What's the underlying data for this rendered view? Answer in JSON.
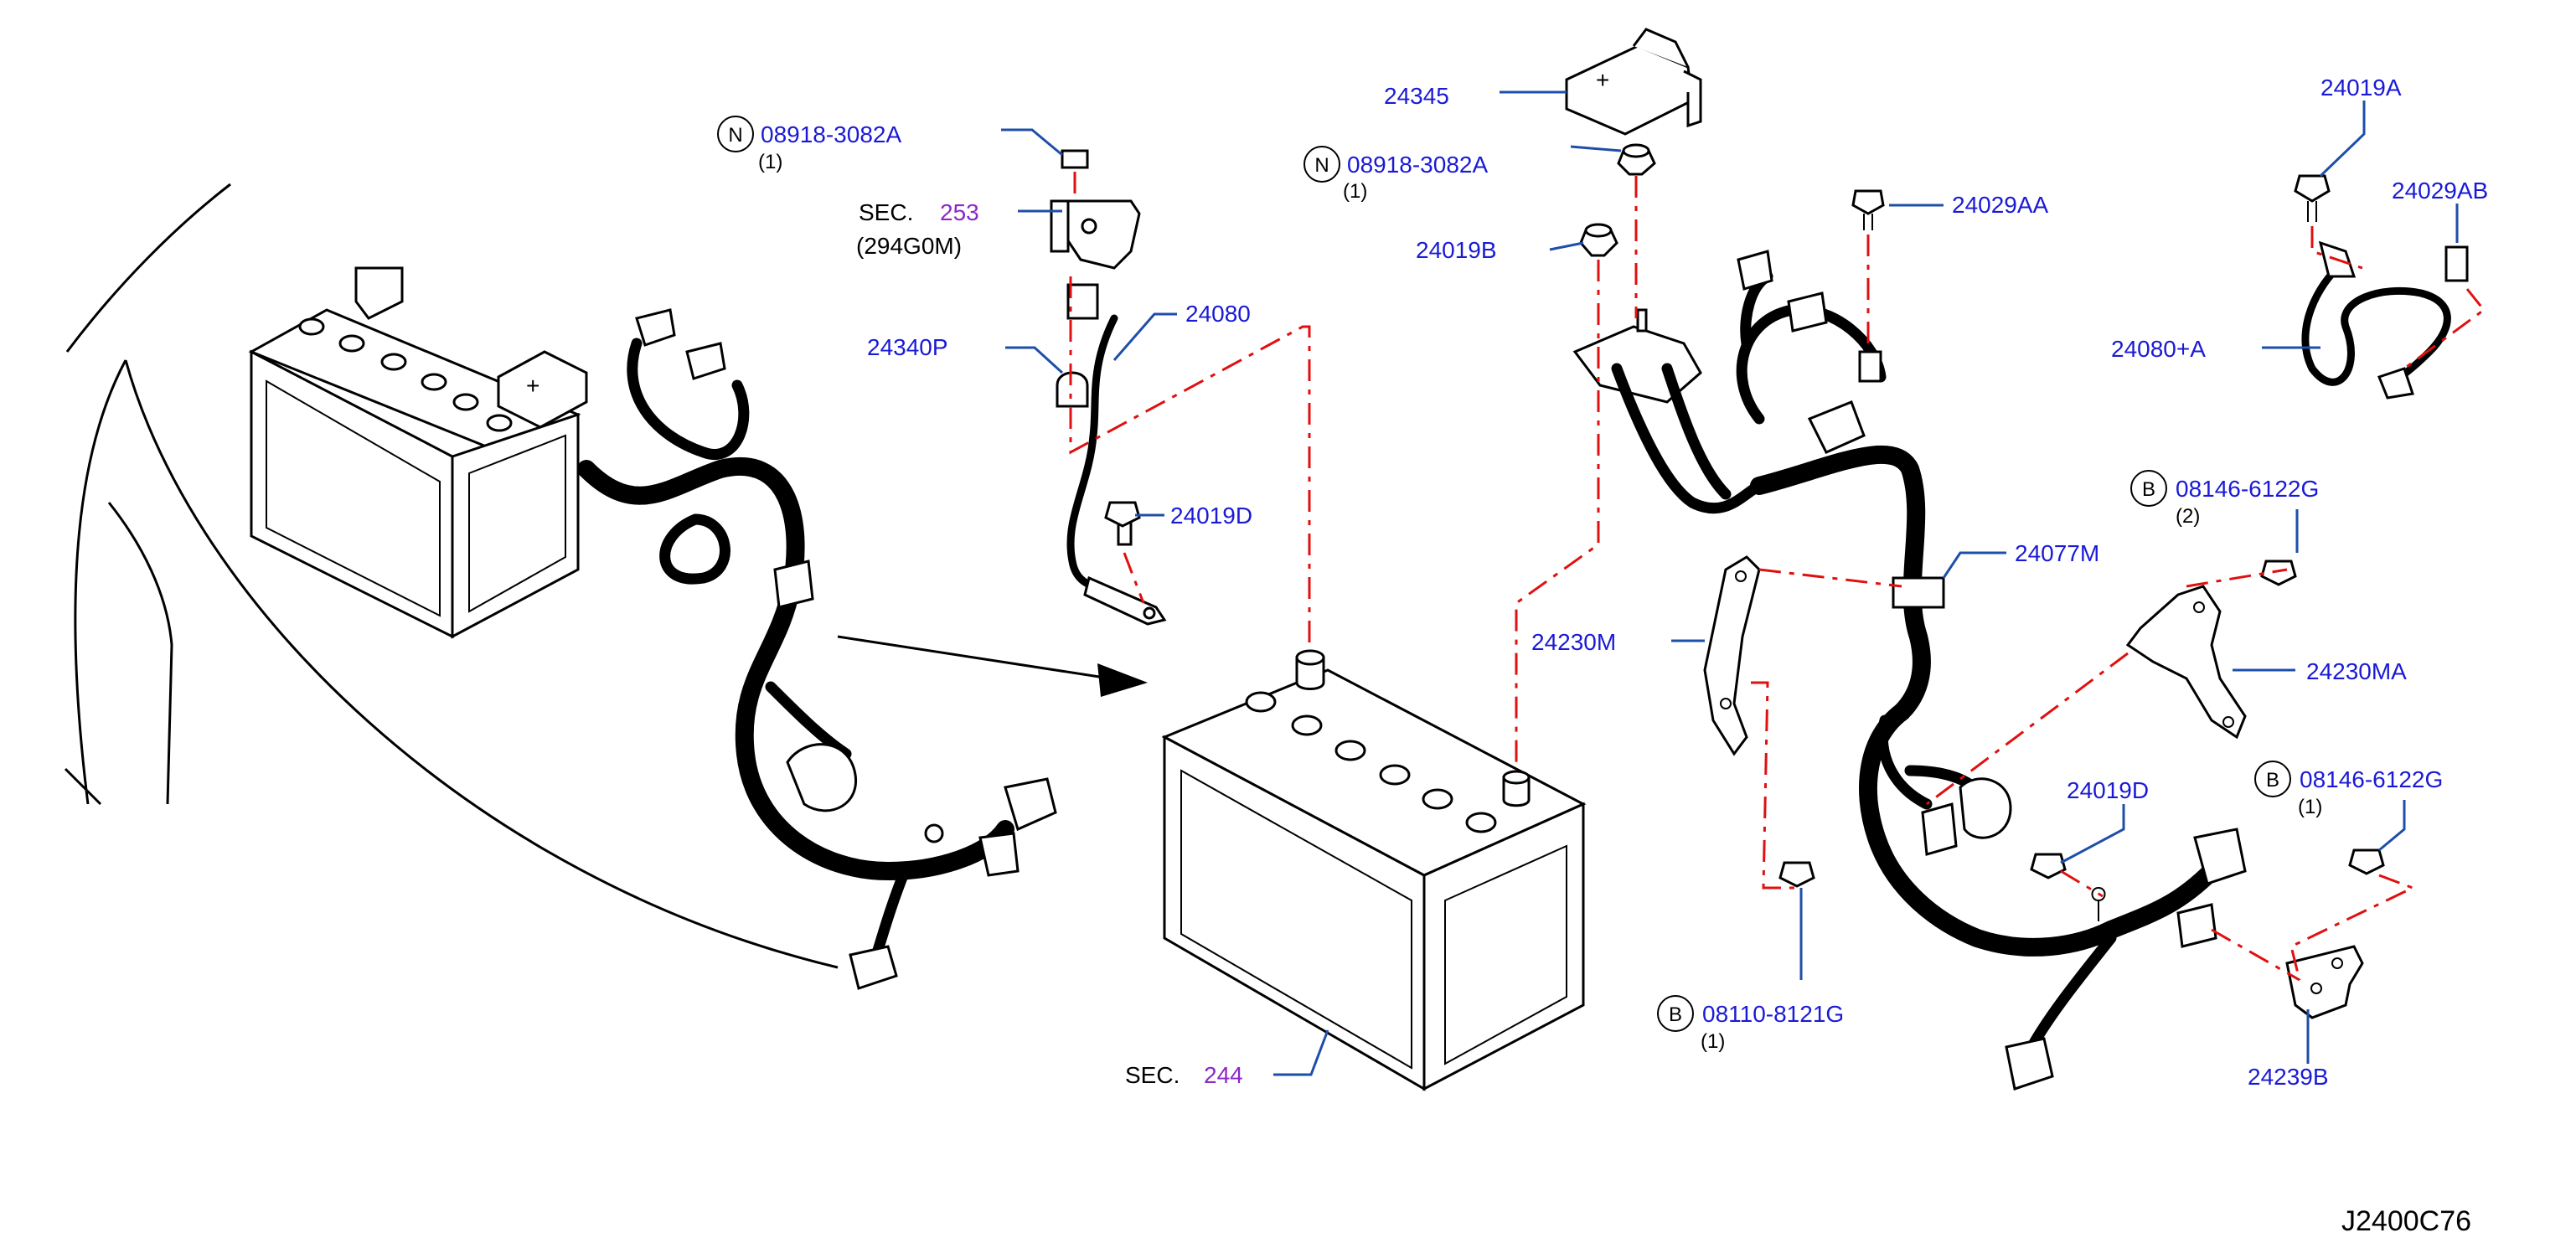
{
  "diagram_id": "J2400C76",
  "callouts": {
    "n_08918_left": {
      "symbol": "N",
      "part": "08918-3082A",
      "qty": "(1)"
    },
    "n_08918_mid": {
      "symbol": "N",
      "part": "08918-3082A",
      "qty": "(1)"
    },
    "sec_253": {
      "prefix": "SEC.",
      "num": "253",
      "sub": "(294G0M)"
    },
    "sec_244": {
      "prefix": "SEC.",
      "num": "244"
    },
    "p24340P": "24340P",
    "p24080": "24080",
    "p24019D_a": "24019D",
    "p24345": "24345",
    "p24019B": "24019B",
    "p24029AA": "24029AA",
    "p24019A": "24019A",
    "p24029AB": "24029AB",
    "p24080A": "24080+A",
    "b_08146_2": {
      "symbol": "B",
      "part": "08146-6122G",
      "qty": "(2)"
    },
    "p24077M": "24077M",
    "p24230M": "24230M",
    "p24230MA": "24230MA",
    "b_08146_1": {
      "symbol": "B",
      "part": "08146-6122G",
      "qty": "(1)"
    },
    "p24019D_b": "24019D",
    "b_08110": {
      "symbol": "B",
      "part": "08110-8121G",
      "qty": "(1)"
    },
    "p24239B": "24239B"
  },
  "colors": {
    "label": "#1a1ad6",
    "section": "#8a28c8",
    "leader": "#1e4fa8",
    "dash": "#e01010"
  }
}
